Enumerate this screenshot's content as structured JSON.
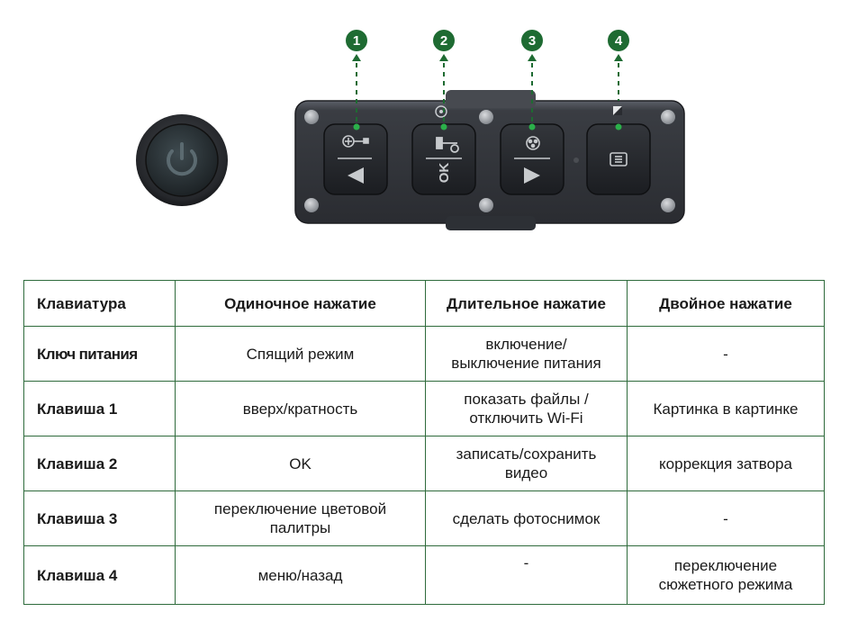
{
  "figure": {
    "callouts": [
      "1",
      "2",
      "3",
      "4"
    ],
    "button_labels": {
      "ok": "OK"
    },
    "icons": [
      "power-icon",
      "zoom-plus-icon",
      "arrow-left-icon",
      "camera-icon",
      "record-dot-icon",
      "palette-icon",
      "arrow-right-icon",
      "menu-icon",
      "wifi-icon",
      "mode-indicator-icon"
    ],
    "colors": {
      "callout_green": "#1e6b32",
      "body_dark": "#2b2e33",
      "table_border": "#2f6b3c"
    }
  },
  "table": {
    "headers": [
      "Клавиатура",
      "Одиночное нажатие",
      "Длительное нажатие",
      "Двойное нажатие"
    ],
    "rows": [
      [
        "Ключ питания",
        "Спящий режим",
        "включение/\nвыключение питания",
        "-"
      ],
      [
        "Клавиша 1",
        "вверх/кратность",
        "показать файлы /\nотключить Wi-Fi",
        "Картинка в картинке"
      ],
      [
        "Клавиша 2",
        "OK",
        "записать/сохранить\nвидео",
        "коррекция затвора"
      ],
      [
        "Клавиша 3",
        "переключение цветовой\nпалитры",
        "сделать фотоснимок",
        "-"
      ],
      [
        "Клавиша 4",
        "меню/назад",
        "-",
        "переключение\nсюжетного режима"
      ]
    ]
  }
}
